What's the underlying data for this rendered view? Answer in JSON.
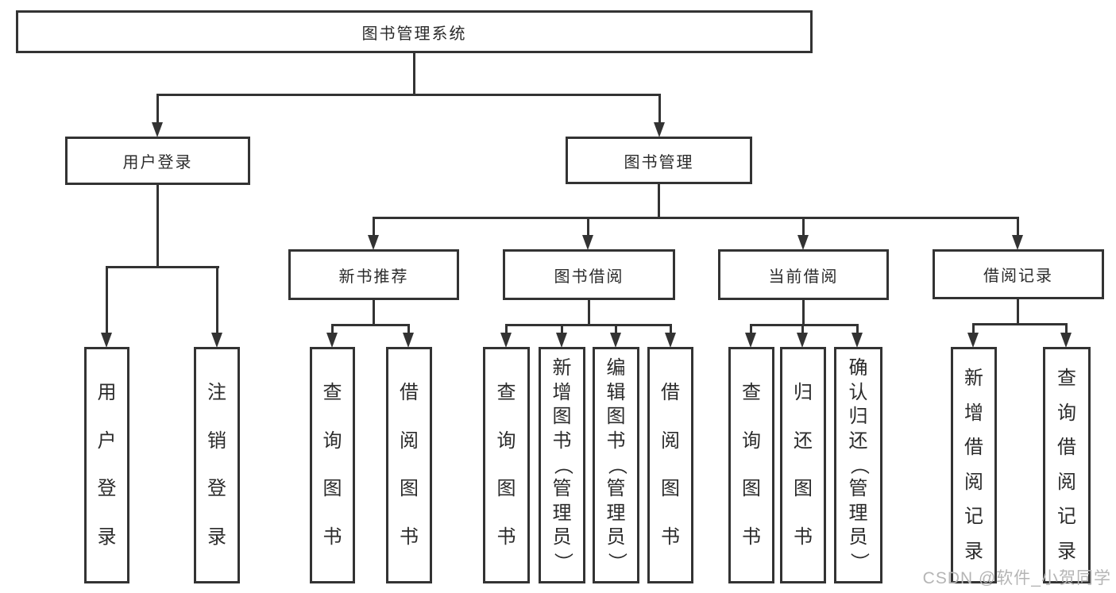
{
  "diagram": {
    "root": {
      "label": "图书管理系统"
    },
    "branches": [
      {
        "label": "用户登录",
        "children": [
          "用户登录",
          "注销登录"
        ]
      },
      {
        "label": "图书管理",
        "groups": [
          {
            "label": "新书推荐",
            "children": [
              "查询图书",
              "借阅图书"
            ]
          },
          {
            "label": "图书借阅",
            "children": [
              "查询图书",
              "新增图书（管理员）",
              "编辑图书（管理员）",
              "借阅图书"
            ]
          },
          {
            "label": "当前借阅",
            "children": [
              "查询图书",
              "归还图书",
              "确认归还（管理员）"
            ]
          },
          {
            "label": "借阅记录",
            "children": [
              "新增借阅记录",
              "查询借阅记录"
            ]
          }
        ]
      }
    ]
  },
  "watermark": {
    "text": "CSDN @软件_小贺同学"
  },
  "colors": {
    "line": "#333333",
    "text": "#2b2b2b",
    "watermark": "#b5b5b5",
    "background": "#ffffff"
  }
}
